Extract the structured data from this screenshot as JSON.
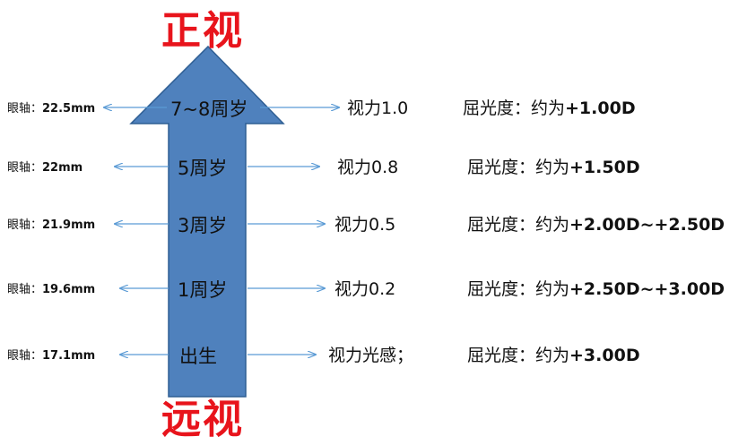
{
  "title_top": "正视",
  "title_bottom": "远视",
  "rows": [
    {
      "stage": "7~8周岁",
      "axial_prefix": "眼轴：",
      "axial_value": "22.5mm",
      "vision": "视力1.0",
      "refraction_prefix": "屈光度：约为",
      "refraction_value": "+1.00D"
    },
    {
      "stage": "5周岁",
      "axial_prefix": "眼轴：",
      "axial_value": "22mm",
      "vision": "视力0.8",
      "refraction_prefix": "屈光度：约为",
      "refraction_value": "+1.50D"
    },
    {
      "stage": "3周岁",
      "axial_prefix": "眼轴：",
      "axial_value": "21.9mm",
      "vision": "视力0.5",
      "refraction_prefix": "屈光度：约为",
      "refraction_value": "+2.00D~+2.50D"
    },
    {
      "stage": "1周岁",
      "axial_prefix": "眼轴：",
      "axial_value": "19.6mm",
      "vision": "视力0.2",
      "refraction_prefix": "屈光度：约为",
      "refraction_value": "+2.50D~+3.00D"
    },
    {
      "stage": "出生",
      "axial_prefix": "眼轴：",
      "axial_value": "17.1mm",
      "vision": "视力光感；",
      "refraction_prefix": "屈光度：约为",
      "refraction_value": "+3.00D"
    }
  ],
  "colors": {
    "arrow_fill": "#4f81bd",
    "arrow_stroke": "#2f5f94",
    "connector": "#5b9bd5",
    "title": "#e8141c"
  }
}
